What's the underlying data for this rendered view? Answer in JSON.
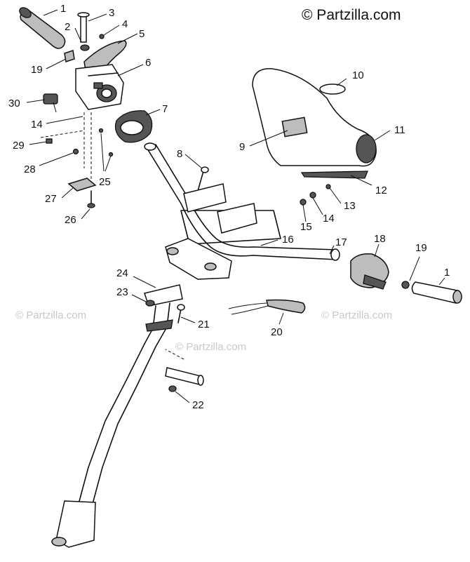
{
  "copyright": "© Partzilla.com",
  "watermarks": [
    "© Partzilla.com",
    "© Partzilla.com",
    "© Partzilla.com"
  ],
  "callouts": {
    "c1a": "1",
    "c2": "2",
    "c3": "3",
    "c4": "4",
    "c5": "5",
    "c19a": "19",
    "c6": "6",
    "c7": "7",
    "c30": "30",
    "c14a": "14",
    "c29": "29",
    "c28": "28",
    "c25": "25",
    "c27": "27",
    "c26": "26",
    "c8": "8",
    "c9": "9",
    "c10": "10",
    "c11": "11",
    "c12": "12",
    "c13": "13",
    "c14b": "14",
    "c15": "15",
    "c16": "16",
    "c17": "17",
    "c18": "18",
    "c19b": "19",
    "c1b": "1",
    "c24": "24",
    "c23": "23",
    "c21": "21",
    "c20": "20",
    "c22": "22"
  }
}
